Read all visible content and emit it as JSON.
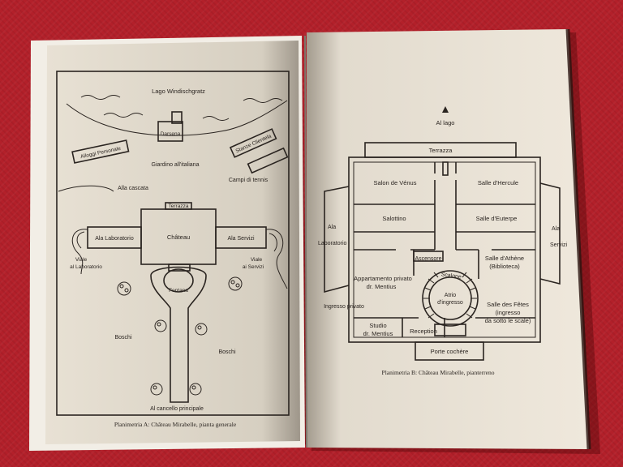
{
  "left_page": {
    "caption": "Planimetria A: Château Mirabelle, pianta generale",
    "labels": {
      "lake": "Lago Windischgratz",
      "dock": "Darsena",
      "staff_housing": "Alloggi Personale",
      "guest_rooms": "Stanze Clientela",
      "italian_garden": "Giardino all'italiana",
      "tennis": "Campi di tennis",
      "waterfall": "Alla cascata",
      "terrace": "Terrazza",
      "lab_wing": "Ala Laboratorio",
      "chateau": "Château",
      "service_wing": "Ala Servizi",
      "lab_avenue_1": "Viale",
      "lab_avenue_2": "al Laboratorio",
      "service_avenue_1": "Viale",
      "service_avenue_2": "ai Servizi",
      "fountain": "Fontana",
      "woods_left": "Boschi",
      "woods_right": "Boschi",
      "main_gate": "Al cancello principale"
    }
  },
  "right_page": {
    "caption": "Planimetria B: Château Mirabelle, pianterreno",
    "labels": {
      "to_lake": "Al lago",
      "terrace": "Terrazza",
      "salon_venus": "Salon de Vénus",
      "salle_hercule": "Salle d'Hercule",
      "salottino": "Salottino",
      "salle_euterpe": "Salle d'Euterpe",
      "lab_wing_1": "Ala",
      "lab_wing_2": "Laboratorio",
      "service_wing_1": "Ala",
      "service_wing_2": "Servizi",
      "elevator": "Ascensore",
      "salle_athene_1": "Salle d'Athène",
      "salle_athene_2": "(Biblioteca)",
      "apartment_1": "Appartamento privato",
      "apartment_2": "dr. Mentius",
      "staircase": "Scalone",
      "atrium_1": "Atrio",
      "atrium_2": "d'ingresso",
      "private_entrance": "Ingresso privato",
      "salle_fetes_1": "Salle des Fêtes",
      "salle_fetes_2": "(ingresso",
      "salle_fetes_3": "da sotto le scale)",
      "study_1": "Studio",
      "study_2": "dr. Mentius",
      "reception": "Reception",
      "porte_cochere": "Porte cochère"
    }
  },
  "colors": {
    "tablecloth": "#b3202a",
    "page": "#efe8dc",
    "ink": "#2a2420"
  }
}
